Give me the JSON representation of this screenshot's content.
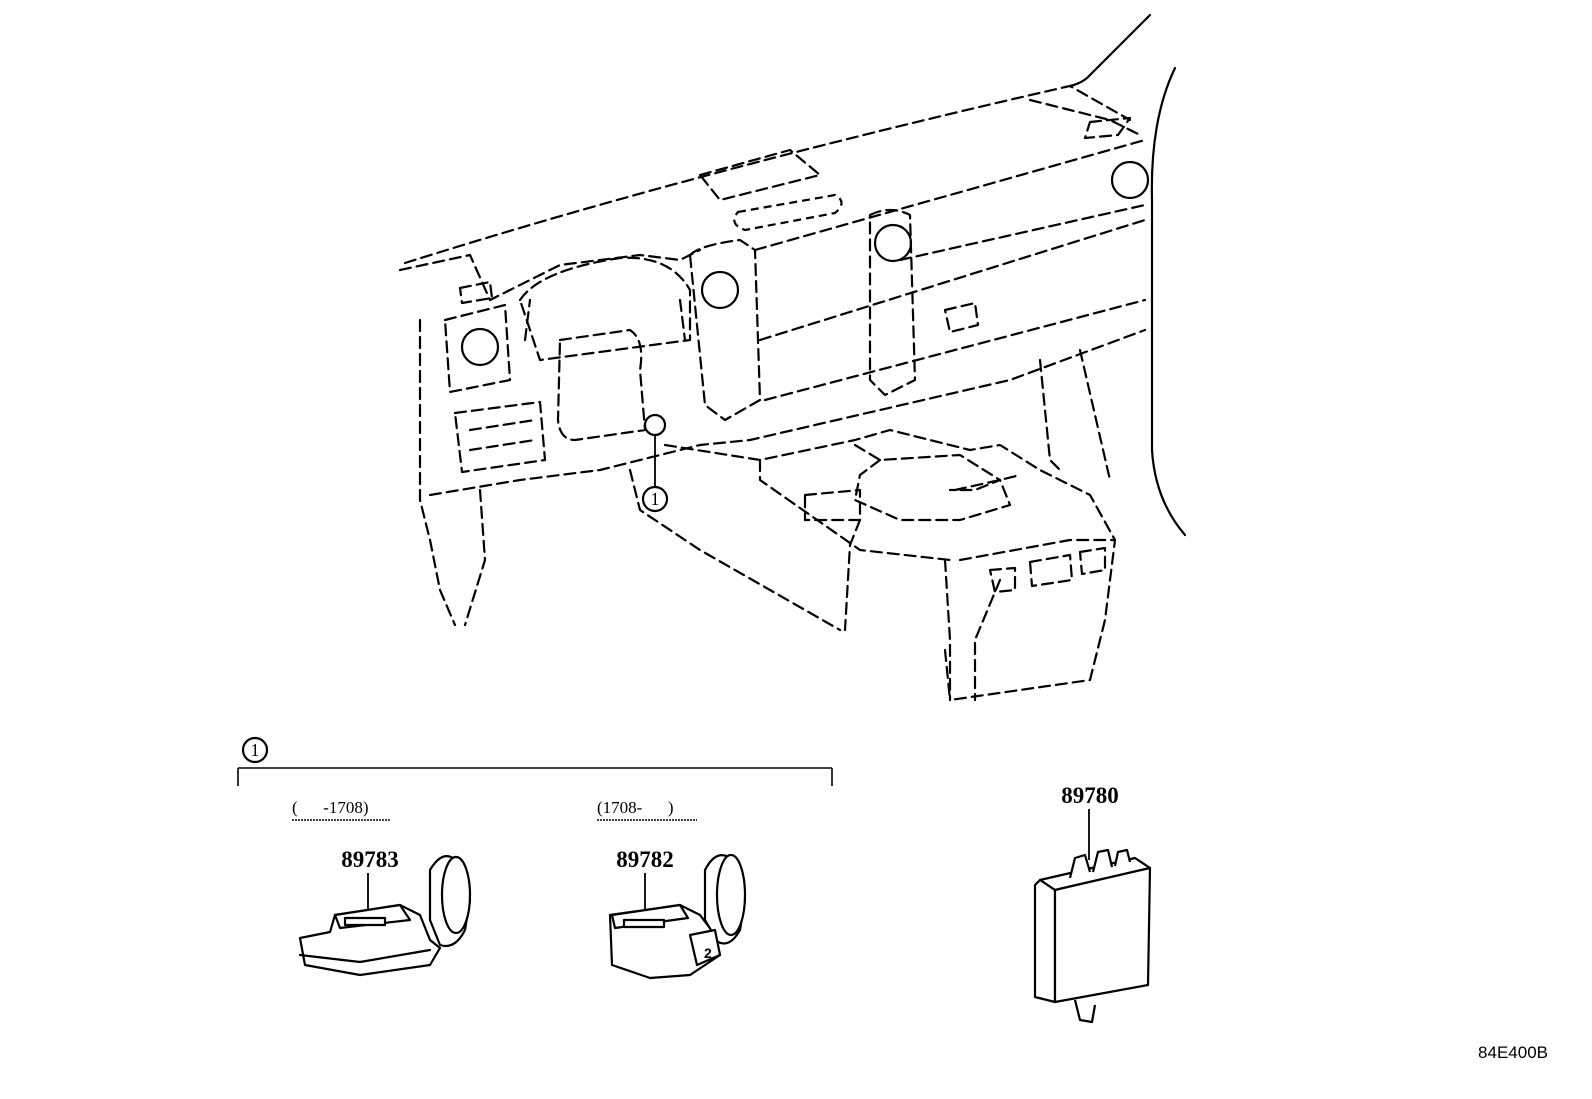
{
  "diagram_code": "84E400B",
  "callout_number": "1",
  "group": {
    "callout": "1"
  },
  "parts": [
    {
      "number": "89783",
      "date_range": "(      -1708)"
    },
    {
      "number": "89782",
      "date_range": "(1708-      )"
    },
    {
      "number": "89780"
    }
  ]
}
